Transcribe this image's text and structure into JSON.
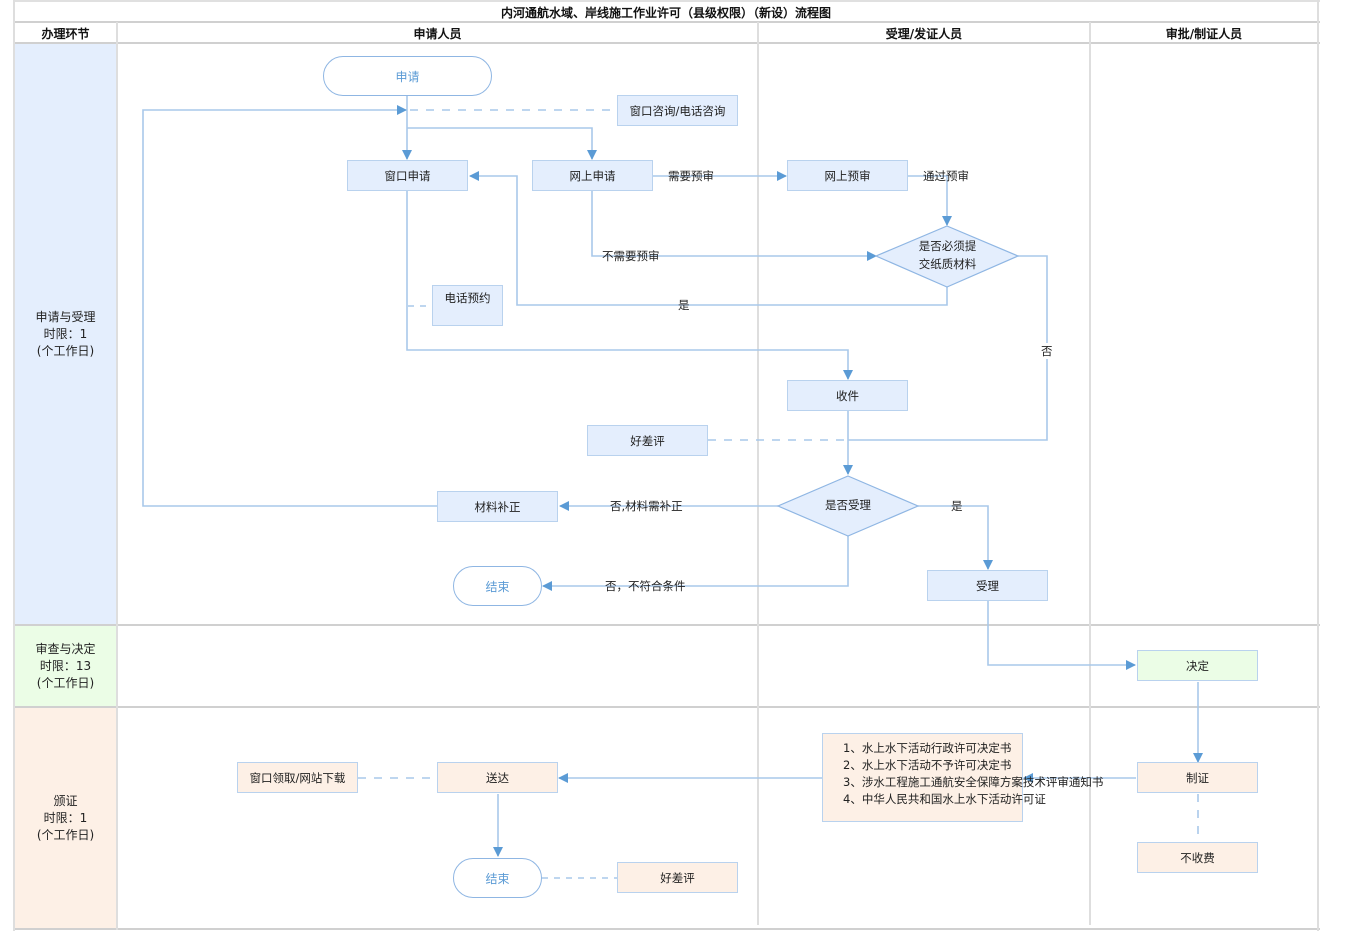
{
  "title": "内河通航水域、岸线施工作业许可（县级权限）（新设）流程图",
  "columns": {
    "stage": "办理环节",
    "applicant": "申请人员",
    "acceptance": "受理/发证人员",
    "approval": "审批/制证人员"
  },
  "lanes": [
    {
      "name": "申请与受理",
      "limit": "时限：1",
      "unit": "(个工作日)",
      "color": "#e4eefd"
    },
    {
      "name": "审查与决定",
      "limit": "时限：13",
      "unit": "(个工作日)",
      "color": "#ebfde6"
    },
    {
      "name": "颁证",
      "limit": "时限：1",
      "unit": "(个工作日)",
      "color": "#fdf0e6"
    }
  ],
  "nodes": {
    "start": "申请",
    "consult": "窗口咨询/电话咨询",
    "window_apply": "窗口申请",
    "online_apply": "网上申请",
    "online_precheck": "网上预审",
    "paper_decision_line1": "是否必须提",
    "paper_decision_line2": "交纸质材料",
    "phone_booking": "电话预约",
    "receive": "收件",
    "rating1": "好差评",
    "accept_decision": "是否受理",
    "supplement": "材料补正",
    "end1": "结束",
    "accept": "受理",
    "decide": "决定",
    "certify": "制证",
    "no_fee": "不收费",
    "deliver": "送达",
    "pickup": "窗口领取/网站下载",
    "end2": "结束",
    "rating2": "好差评",
    "documents": [
      "1、水上水下活动行政许可决定书",
      "2、水上水下活动不予许可决定书",
      "3、涉水工程施工通航安全保障方案技术评审通知书",
      "4、中华人民共和国水上水下活动许可证"
    ]
  },
  "edge_labels": {
    "need_precheck": "需要预审",
    "pass_precheck": "通过预审",
    "no_precheck": "不需要预审",
    "yes_paper": "是",
    "no_paper": "否",
    "no_supplement": "否,材料需补正",
    "yes_accept": "是",
    "no_condition": "否，不符合条件"
  },
  "colors": {
    "line": "#5b9bd5",
    "line_light": "#a9c8ea",
    "node_border": "#b9d2ee",
    "node_blue": "#e4eefd",
    "node_green": "#ebfde6",
    "node_peach": "#fdf0e6"
  }
}
